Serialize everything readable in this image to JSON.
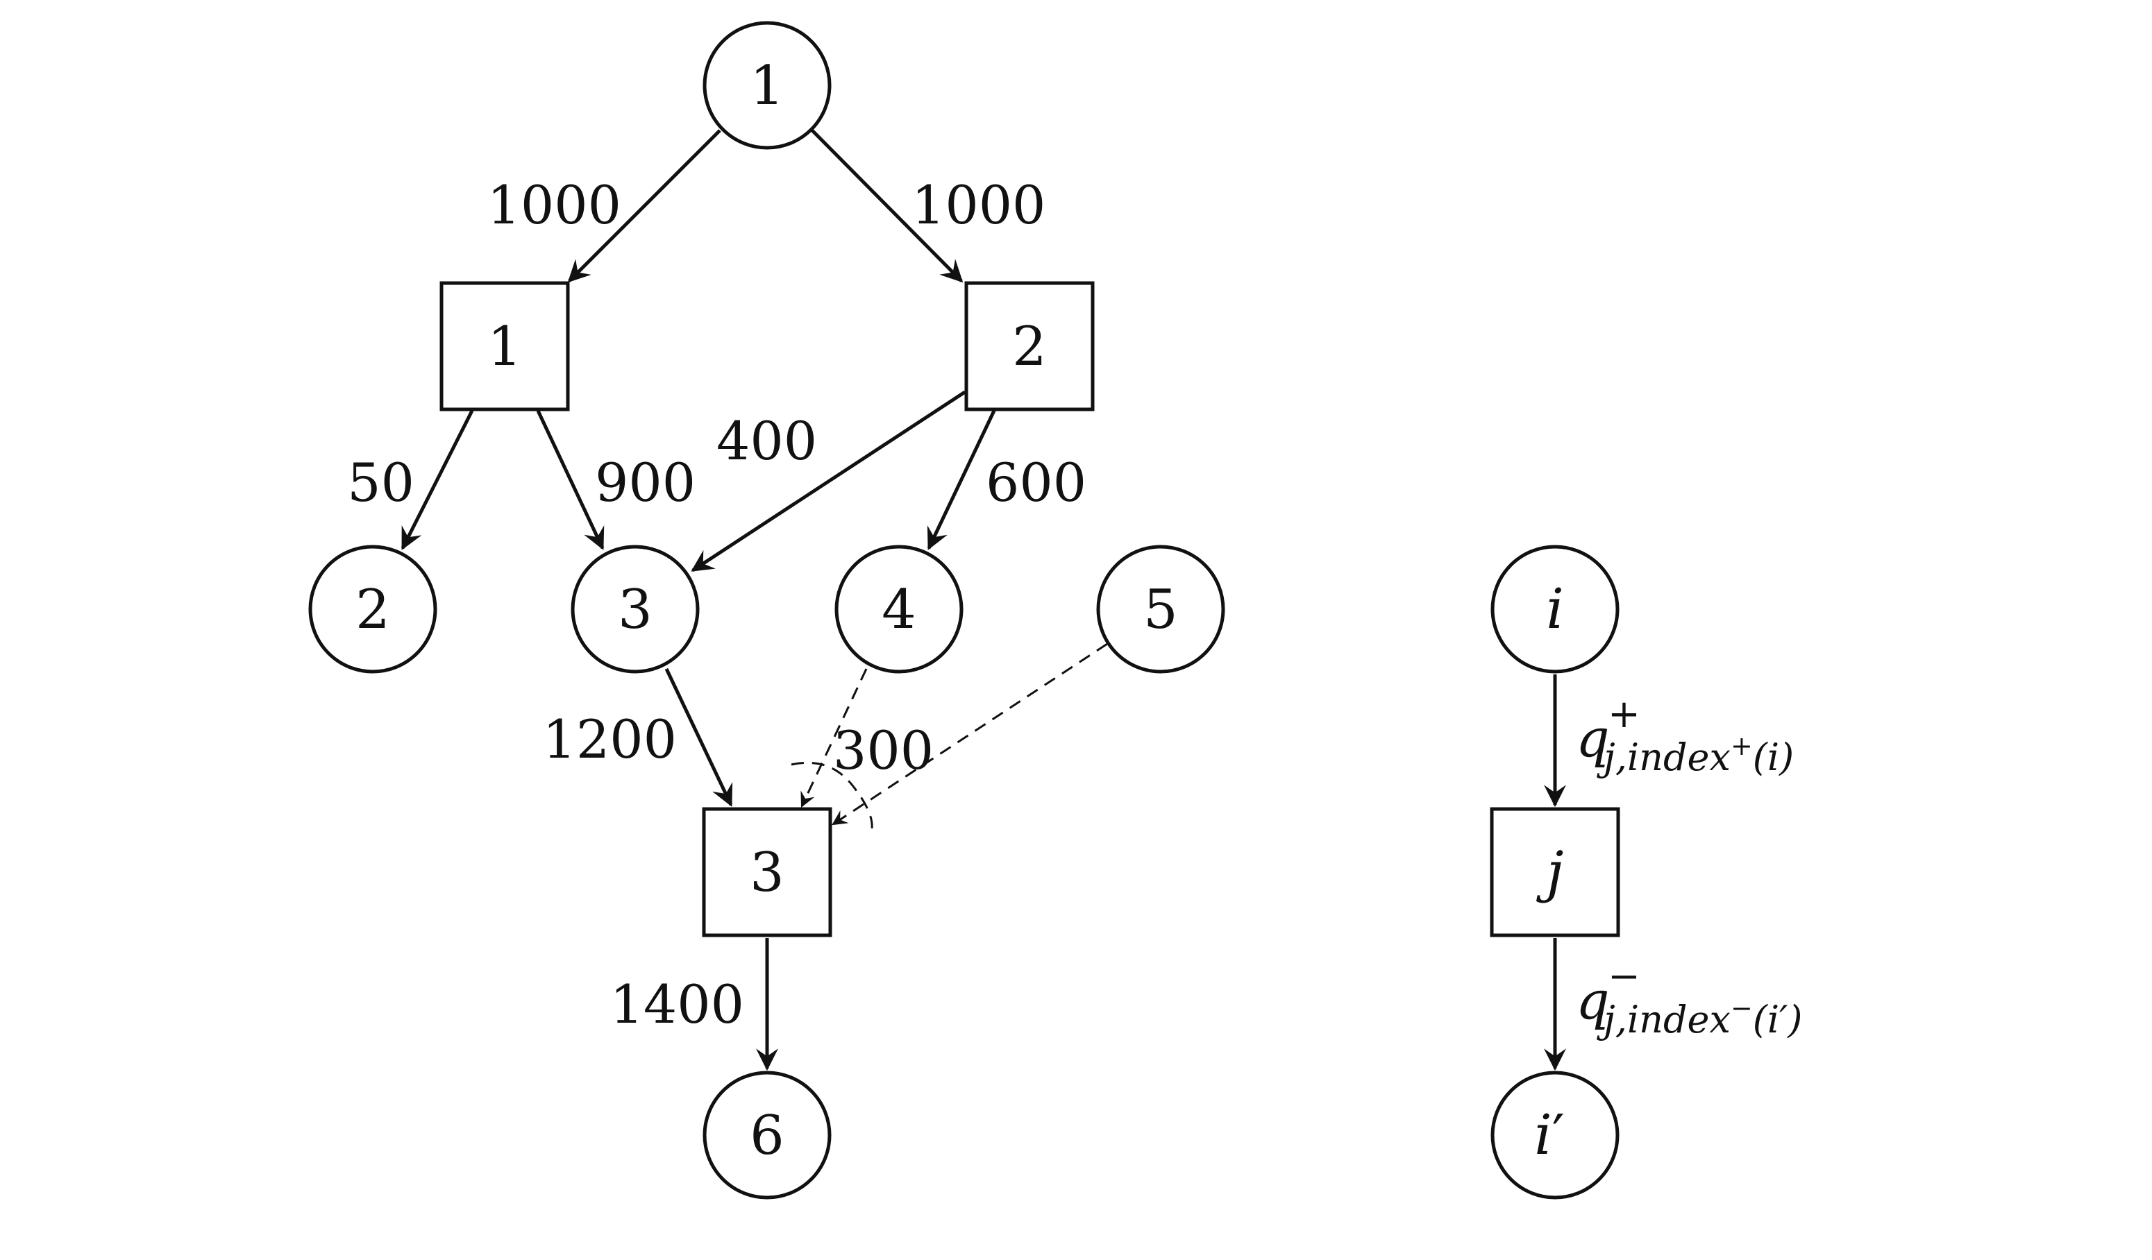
{
  "network": {
    "nodes": {
      "c1": "1",
      "c2": "2",
      "c3": "3",
      "c4": "4",
      "c5": "5",
      "c6": "6",
      "s1": "1",
      "s2": "2",
      "s3": "3"
    },
    "edges": {
      "c1_s1": "1000",
      "c1_s2": "1000",
      "s1_c2": "50",
      "s1_c3": "900",
      "s2_c3": "400",
      "s2_c4": "600",
      "c3_s3": "1200",
      "dashed": "300",
      "s3_c6": "1400"
    }
  },
  "legend": {
    "source_node": "i",
    "sink_node": "j",
    "target_node_base": "i",
    "target_node_prime": "′",
    "q_plus": {
      "base": "q",
      "sup": "+",
      "sub_prefix": "j,index",
      "sub_sup": "+",
      "sub_arg": "(i)"
    },
    "q_minus": {
      "base": "q",
      "sup": "−",
      "sub_prefix": "j,index",
      "sub_sup": "−",
      "sub_arg": "(i′)"
    }
  }
}
